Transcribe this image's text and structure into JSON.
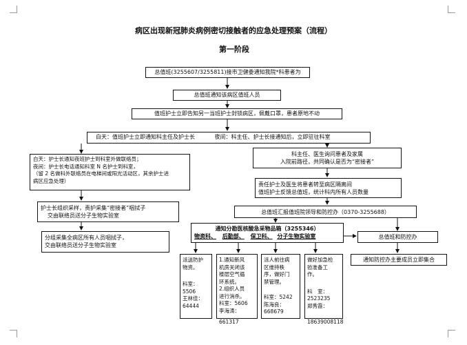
{
  "title": "病区出现新冠肺炎病例密切接触者的应急处理预案（流程）",
  "stage": "第一阶段",
  "boxes": {
    "b1": "总值班(3255607/3255811)接市卫健委通知我院*科患者为",
    "b2": "总值班通知该病区值班人员",
    "b3": "值班护士立即告知另一当班护士封锁病区，佩戴口罩，患者原地不动",
    "b4_day": "白天：值班护士立即通知科主任及护士长",
    "b4_night": "夜间：科主任、护士长接通知后，立即驻往科室",
    "left1": {
      "l1": "白天：护士长通知夜班护士到科室外做联络员；",
      "l2": "夜间：护士长电话通知科室 N 名护士到科室，",
      "l3": "（留 2 名做科外联络员在电梯间或阳光活动区，其余护士进",
      "l4": "病区应急处理）"
    },
    "left2": {
      "l1": "护士长组织采样，责护采集“密接者”咽拭子",
      "l2": "交由联络员送分子生物实验室"
    },
    "left3": {
      "l1": "分组采集全病区所有人员咽拭子，",
      "l2": "交由联络员送分子生物实验室"
    },
    "right1": {
      "l1": "科主任、医生询问患者及家属",
      "l2": "入院前路径，共同确认是否为“密接者”"
    },
    "right2": {
      "l1": "责任护士及医生将患者转至病区隔离间",
      "l2": "值班护士反馈总值班，统计科内所有人员数量"
    },
    "right3": "总值班汇报值班院领导和防控办（0370-3255688）",
    "notify": {
      "l1": "通知分勘医核酸急采物品箱（3255346）",
      "l2_a": "物资科、",
      "l2_b": "后勤部、",
      "l2_c": "保卫科、",
      "l2_d": "分子生物实验室"
    },
    "fangkong": "总值班和防控办",
    "tongzhi": "通知防控办主要成员立即集合",
    "col1": {
      "l1": "派送防护",
      "l2": "物资。",
      "l3": "科室：5506",
      "l4": "王林佳：",
      "l5": "64444"
    },
    "col2": {
      "l1": "1.通知新风",
      "l2": "机房关闭该",
      "l3": "楼层空气循",
      "l4": "环系统。",
      "l5": "2.组织人员",
      "l6": "进行消杀。",
      "l7": "科室：5606",
      "l8": "李海涛：",
      "l9": "661317"
    },
    "col3": {
      "l1": "派人前往病",
      "l2": "区维持秩",
      "l3": "序，做好门",
      "l4": "禁管理。",
      "l5": "科室：5242",
      "l6": "陈海良：",
      "l7": "668679"
    },
    "col4": {
      "l1": "做好加急检",
      "l2": "验准备工",
      "l3": "作。",
      "l4": "科　室：",
      "l5": "2523235",
      "l6": "郑秀霞：",
      "l7": "18639008118"
    }
  }
}
